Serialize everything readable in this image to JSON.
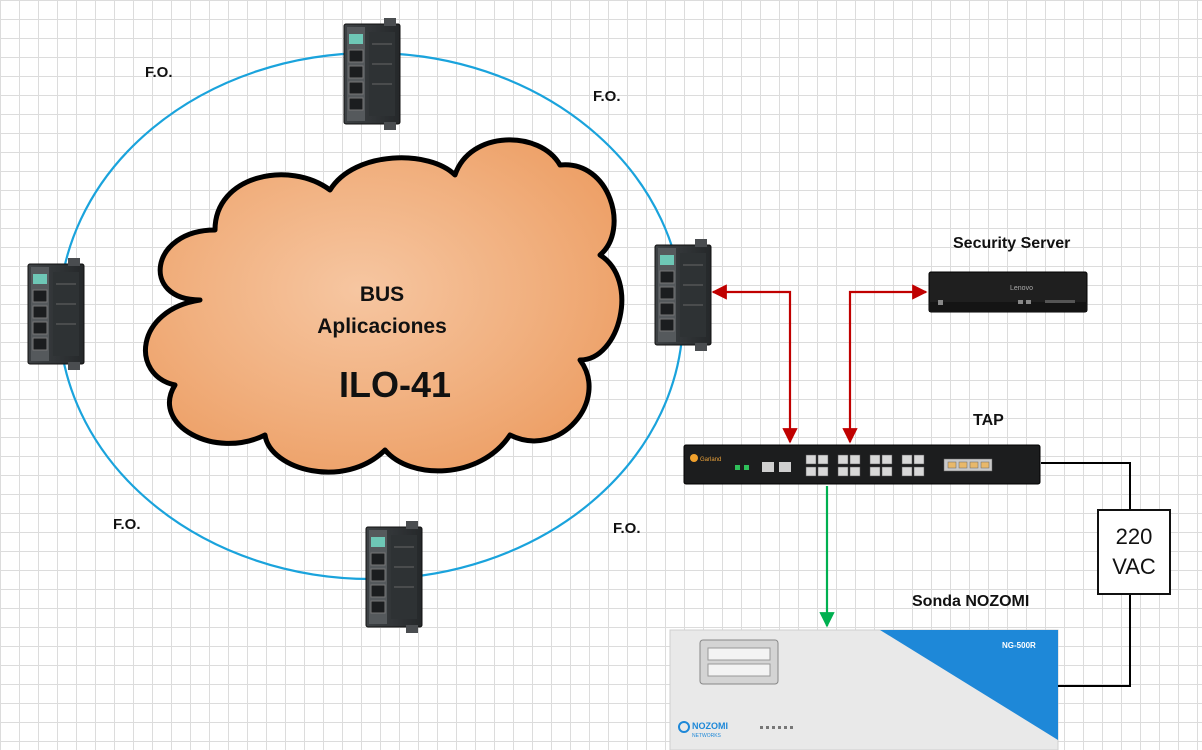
{
  "labels": {
    "fo_top_left": "F.O.",
    "fo_top_right": "F.O.",
    "fo_bottom_left": "F.O.",
    "fo_bottom_right": "F.O.",
    "security_server": "Security Server",
    "tap": "TAP",
    "sonda": "Sonda NOZOMI"
  },
  "cloud": {
    "line1": "BUS",
    "line2": "Aplicaciones",
    "line3": "ILO-41"
  },
  "power": {
    "line1": "220",
    "line2": "VAC"
  },
  "devices": {
    "server_brand": "Lenovo",
    "nozomi_model": "NG-500R",
    "nozomi_brand": "NOZOMI",
    "nozomi_sub": "NETWORKS",
    "tap_brand": "Garland"
  },
  "colors": {
    "ring": "#1aa3dc",
    "cloud_fill": "#f3b488",
    "cloud_stroke": "#000000",
    "arrow_red": "#c00000",
    "arrow_green": "#00b050",
    "nozomi_blue": "#1e88d8"
  }
}
